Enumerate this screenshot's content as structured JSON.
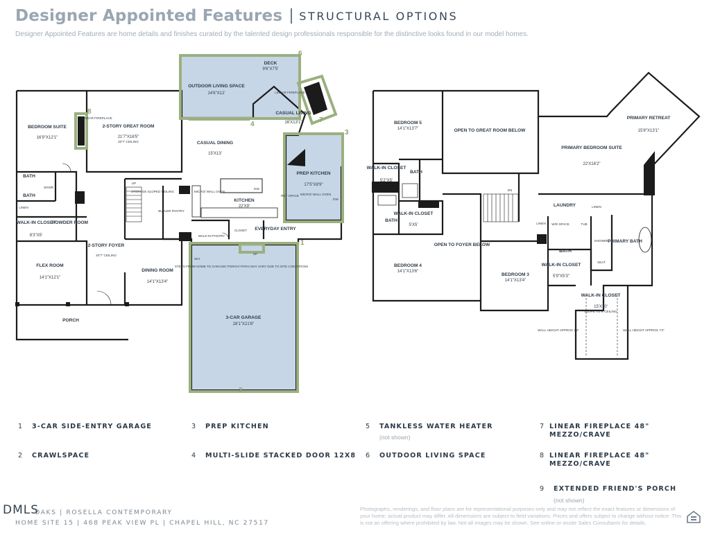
{
  "header": {
    "title": "Designer Appointed Features",
    "section": "STRUCTURAL OPTIONS",
    "intro": "Designer Appointed Features are home details and finishes curated by the talented design professionals responsible for the distinctive looks found in our model homes."
  },
  "colors": {
    "highlight": "#9bb07f",
    "shade": "#c6d6e6",
    "wall": "#1b1b1b",
    "title": "#9aa6b1"
  },
  "plan_labels": {
    "bedroom_suite": "BEDROOM SUITE",
    "bedroom_suite_dim": "16'9\"X12'1\"",
    "linear_fireplace": "LINEAR FIREPLACE",
    "great_room": "2-STORY GREAT ROOM",
    "great_room_dim": "21'7\"X16'5\"",
    "great_room_ceiling": "20'7\" CEILING",
    "outdoor_living": "OUTDOOR LIVING SPACE",
    "outdoor_living_dim": "14'6\"X12'",
    "deck": "DECK",
    "deck_dim": "9'6\"X7'5'",
    "linear_fireplace_2": "LINEAR FIREPLACE",
    "casual_living": "CASUAL LIVING",
    "casual_living_dim": "16'X13'1\"",
    "casual_dining": "CASUAL DINING",
    "casual_dining_dim": "15'X13'",
    "prep_kitchen": "PREP KITCHEN",
    "prep_kitchen_dim": "17'5\"X8'9\"",
    "micro_wall_oven": "MICRO/ WALL OVEN",
    "ref_space": "REF SPACE",
    "dw": "DW",
    "kitchen": "KITCHEN",
    "kitchen_dim": "22'X9'",
    "storage": "STORAGE SLOPED CEILING",
    "up": "UP",
    "butler_pantry": "BUTLER PANTRY",
    "bath": "BATH",
    "shwr": "SHWR",
    "linen": "LINEN",
    "walkin_closet": "WALK-IN CLOSET",
    "walkin_closet_dim": "8'3\"X5'",
    "powder_room": "POWDER ROOM",
    "foyer": "2-STORY FOYER",
    "foyer_ceiling": "20'7\" CEILING",
    "walkin_pantry": "WALK-IN PANTRY",
    "closet": "CLOSET",
    "everyday_entry": "EVERYDAY ENTRY",
    "flex_room": "FLEX ROOM",
    "flex_room_dim": "14'1\"X12'1\"",
    "dining_room": "DINING ROOM",
    "dining_room_dim": "14'1\"X13'4\"",
    "wh": "WH",
    "steps_note": "STEPS FROM HOME TO GARAGE/ PORCH/ PATIO MAY VARY DUE TO SITE CONDITIONS",
    "garage": "3-CAR GARAGE",
    "garage_dim": "28'1\"X21'8\"",
    "porch": "PORCH",
    "bedroom5": "BEDROOM 5",
    "bedroom5_dim": "14'1\"X13'7\"",
    "open_great": "OPEN TO GREAT ROOM BELOW",
    "primary_retreat": "PRIMARY RETREAT",
    "primary_retreat_dim": "15'8\"X13'1\"",
    "primary_suite": "PRIMARY BEDROOM SUITE",
    "primary_suite_dim": "22'X16'2\"",
    "walkin_closet2": "WALK-IN CLOSET",
    "walkin_closet2_dim": "5'2\"X5'",
    "walkin_closet3": "WALK-IN CLOSET",
    "walkin_closet3_dim": "5'X5'",
    "dn": "DN",
    "laundry": "LAUNDRY",
    "wd_space": "W/D SPACE",
    "tub": "TUB",
    "shower": "SHOWER",
    "seat": "SEAT",
    "primary_bath": "PRIMARY BATH",
    "open_foyer": "OPEN TO FOYER BELOW",
    "bedroom4": "BEDROOM 4",
    "bedroom4_dim": "14'1\"X13'6\"",
    "bedroom3": "BEDROOM 3",
    "bedroom3_dim": "14'1\"X13'4\"",
    "walkin_closet4": "WALK-IN CLOSET",
    "walkin_closet4_dim": "5'9\"X5'3\"",
    "walkin_closet5": "WALK-IN CLOSET",
    "walkin_closet5_dim": "15'X10'",
    "slope_note": "SLOPE TO 9' CEILING",
    "wall_height_left": "WALL HEIGHT APPROX 7'2\"",
    "wall_height_right": "WALL HEIGHT APPROX 7'2\""
  },
  "markers": [
    "1",
    "2",
    "3",
    "4",
    "6",
    "7",
    "8"
  ],
  "legend": [
    {
      "num": "1",
      "label": "3-CAR SIDE-ENTRY GARAGE",
      "note": ""
    },
    {
      "num": "2",
      "label": "CRAWLSPACE",
      "note": ""
    },
    {
      "num": "3",
      "label": "PREP KITCHEN",
      "note": ""
    },
    {
      "num": "4",
      "label": "MULTI-SLIDE STACKED DOOR 12X8",
      "note": ""
    },
    {
      "num": "5",
      "label": "TANKLESS WATER HEATER",
      "note": "(not shown)"
    },
    {
      "num": "6",
      "label": "OUTDOOR LIVING SPACE",
      "note": ""
    },
    {
      "num": "7",
      "label": "LINEAR FIREPLACE 48\" MEZZO/CRAVE",
      "note": ""
    },
    {
      "num": "8",
      "label": "LINEAR FIREPLACE 48\" MEZZO/CRAVE",
      "note": ""
    },
    {
      "num": "9",
      "label": "EXTENDED FRIEND'S PORCH",
      "note": "(not shown)"
    }
  ],
  "footer": {
    "logo": "DMLS",
    "line1": "OAKS  |  ROSELLA CONTEMPORARY",
    "line2": "HOME SITE 15  |  468 PEAK VIEW PL  |  CHAPEL HILL, NC 27517",
    "disclaimer": "Photographs, renderings, and floor plans are for representational purposes only and may not reflect the exact features or dimensions of your home; actual product may differ. All dimensions are subject to field variations. Prices and offers subject to change without notice. This is not an offering where prohibited by law. Not all images may be shown. See online or onsite Sales Consultants for details.",
    "eho_icon": "equal-housing-icon"
  }
}
